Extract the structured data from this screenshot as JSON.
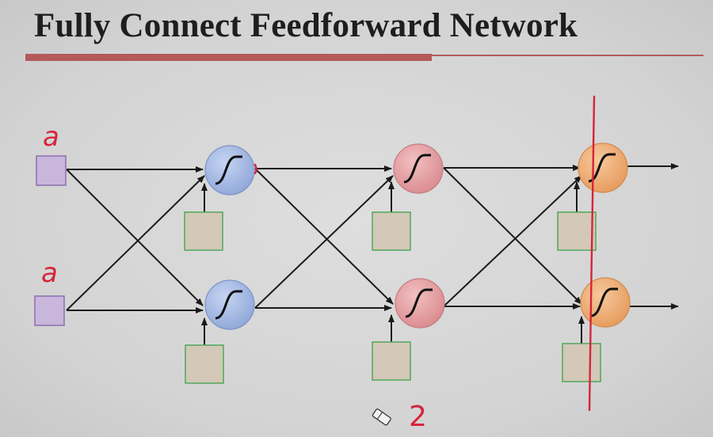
{
  "slide": {
    "title": "Fully Connect Feedforward Network"
  },
  "annotations": {
    "input1_label": "a",
    "input2_label": "a",
    "page_mark": "2"
  },
  "colors": {
    "title_bar": "#b35a5a",
    "input_fill": "#c9b6dc",
    "input_stroke": "#8b6fad",
    "layer1_fill": "#a9bde6",
    "layer2_fill": "#e6a3a6",
    "layer3_fill": "#f0b37e",
    "bias_fill": "#d4c8b8",
    "bias_stroke": "#4fa85a",
    "ink_red": "#d6243a"
  },
  "network": {
    "inputs": 2,
    "layers": [
      {
        "name": "layer-1",
        "neurons": 2,
        "activation": "sigmoid"
      },
      {
        "name": "layer-2",
        "neurons": 2,
        "activation": "sigmoid"
      },
      {
        "name": "output-layer",
        "neurons": 2,
        "activation": "sigmoid"
      }
    ],
    "fully_connected": true,
    "bias_per_neuron": true
  }
}
